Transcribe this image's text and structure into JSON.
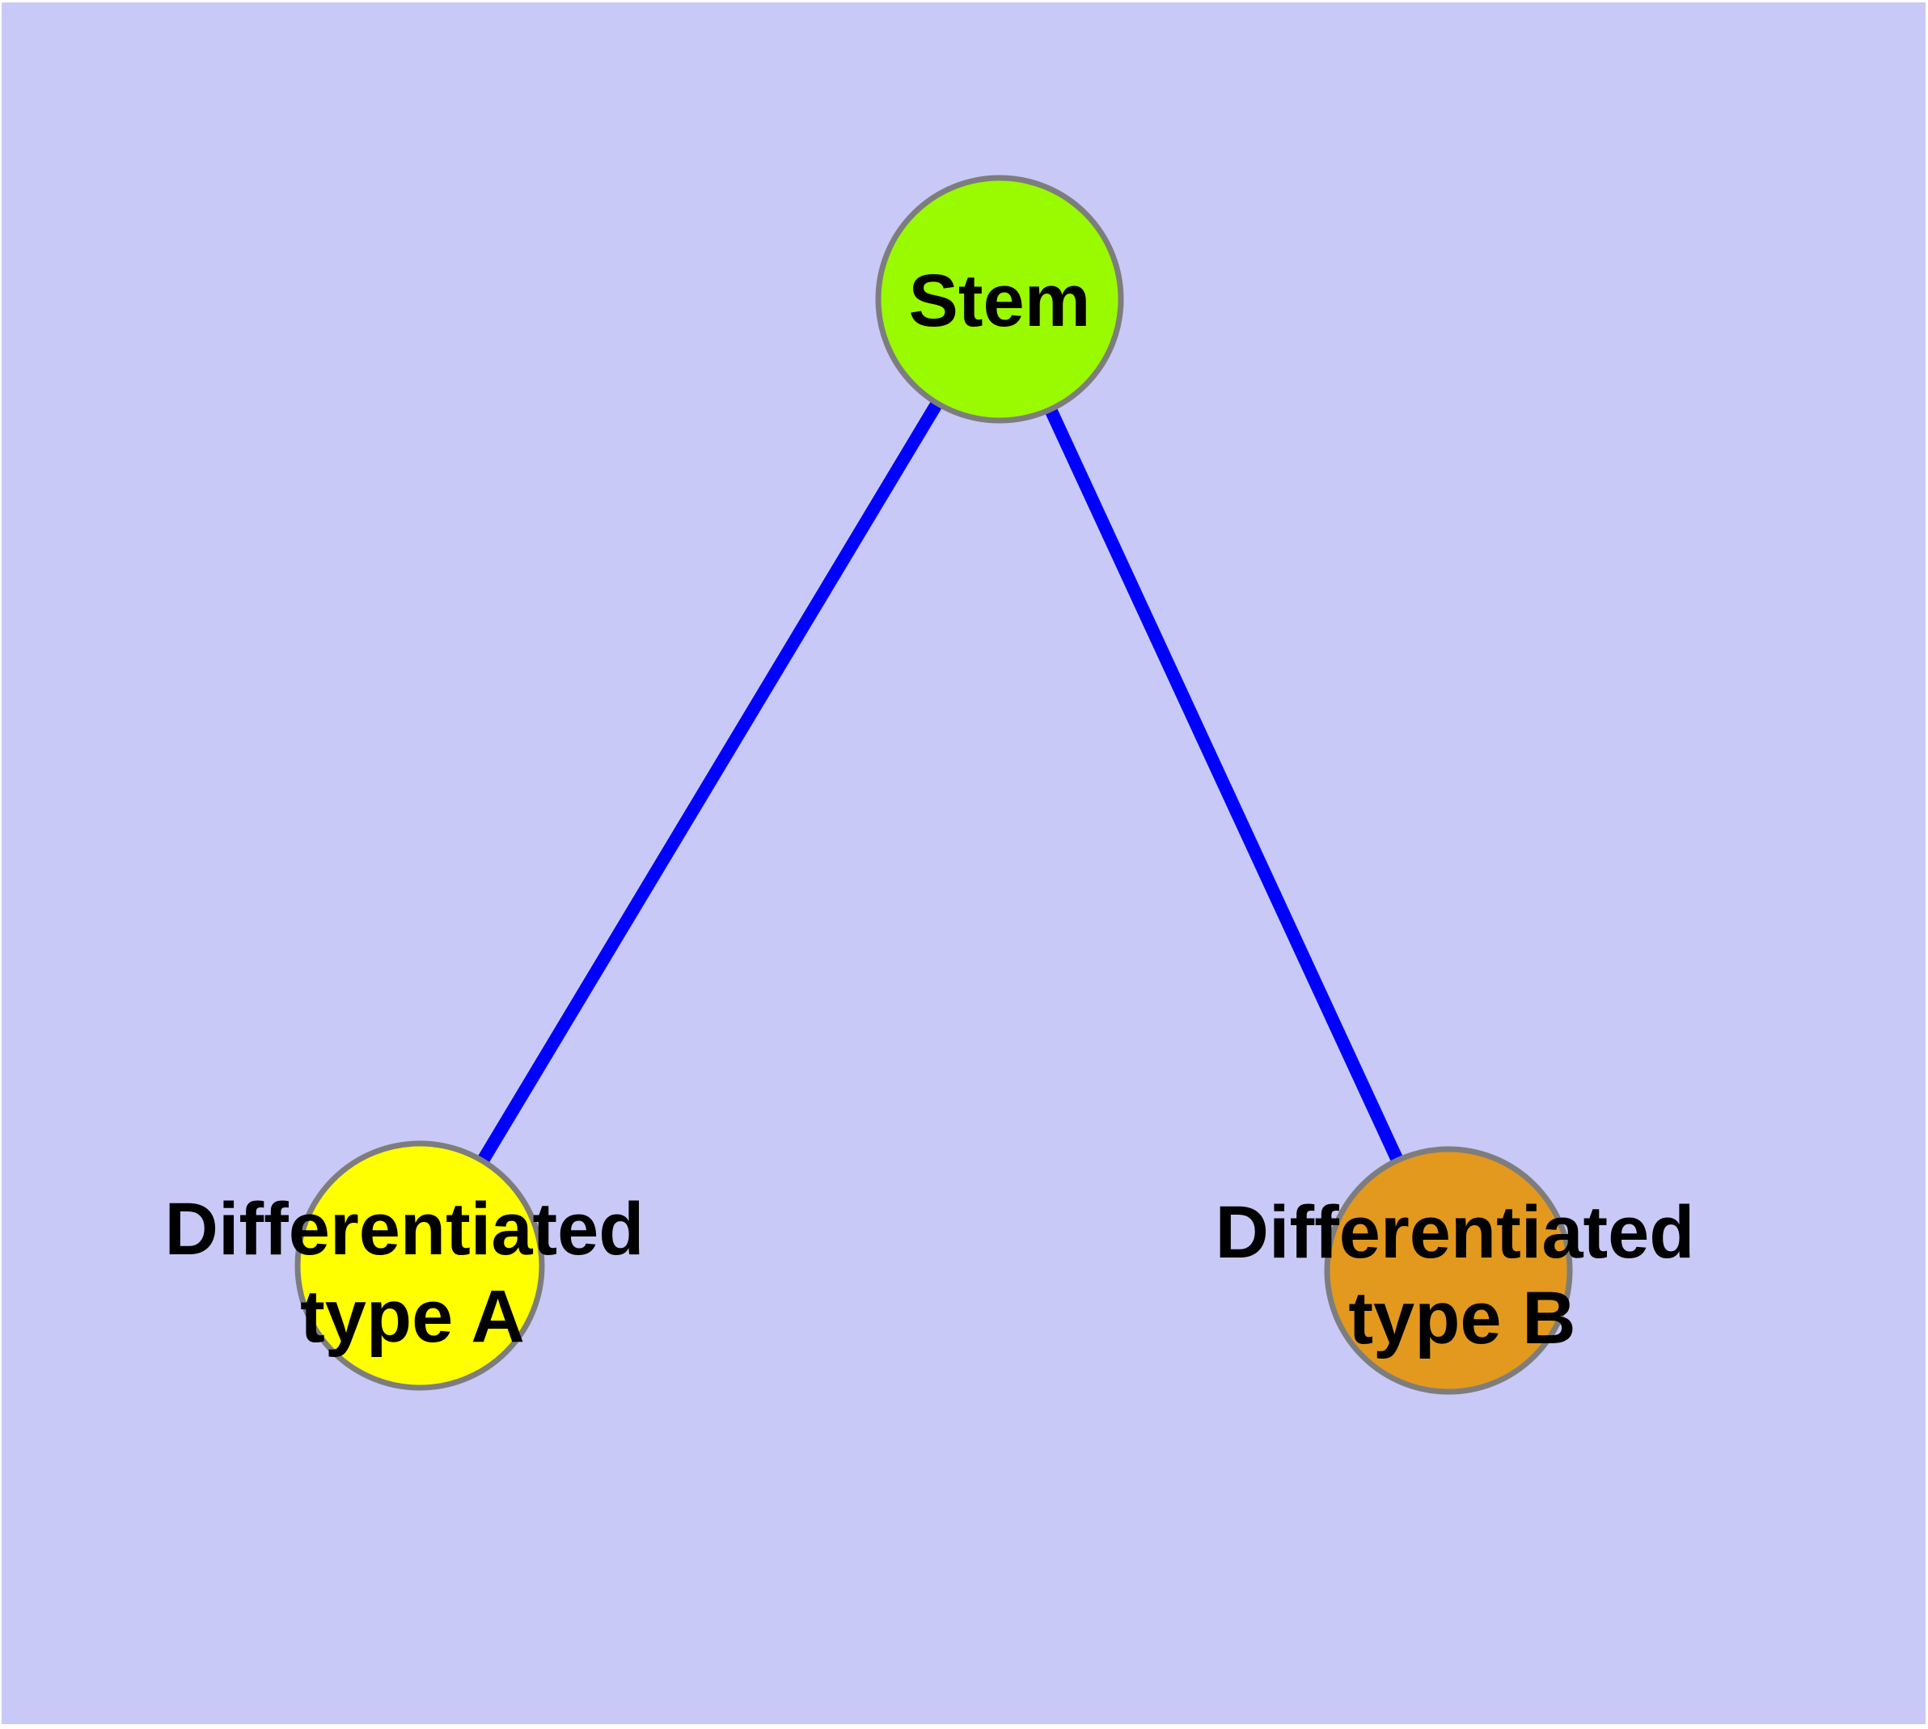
{
  "canvas": {
    "page_background": "#ffffff",
    "plot_background": "#c9c9f7"
  },
  "diagram": {
    "type": "graph",
    "edge_color": "#0000ff",
    "node_border_color": "#7d7d7d",
    "text_color": "#000000",
    "nodes": {
      "stem": {
        "id": "stem",
        "label": "Stem",
        "fill": "#9afa00"
      },
      "type_a": {
        "id": "type_a",
        "label": "Differentiated type A",
        "label_line1": "Differentiated",
        "label_line2": "type A",
        "fill": "#ffff00"
      },
      "type_b": {
        "id": "type_b",
        "label": "Differentiated type B",
        "label_line1": "Differentiated",
        "label_line2": "type B",
        "fill": "#e3991e"
      }
    },
    "edges": [
      {
        "from": "stem",
        "to": "type_a"
      },
      {
        "from": "stem",
        "to": "type_b"
      }
    ]
  }
}
